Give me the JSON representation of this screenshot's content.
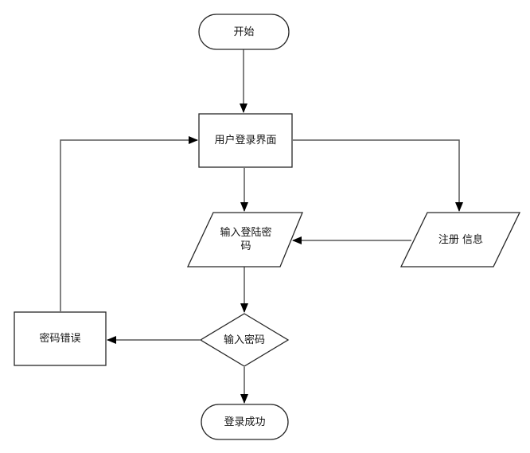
{
  "diagram": {
    "type": "flowchart",
    "background_color": "#ffffff",
    "shape_fill": "#ffffff",
    "shape_stroke": "#262626",
    "connector_stroke": "#595959",
    "arrow_color": "#000000",
    "text_color": "#141414",
    "nodes": [
      {
        "id": "start",
        "type": "terminator",
        "label": "开始"
      },
      {
        "id": "login-ui",
        "type": "process",
        "label": "用户登录界面"
      },
      {
        "id": "input-password",
        "type": "data-parallelogram",
        "label": "输入登陆密码"
      },
      {
        "id": "register-info",
        "type": "data-parallelogram",
        "label": "注册 信息"
      },
      {
        "id": "password-check",
        "type": "decision",
        "label": "输入密码"
      },
      {
        "id": "password-error",
        "type": "process",
        "label": "密码错误"
      },
      {
        "id": "login-success",
        "type": "terminator",
        "label": "登录成功"
      }
    ],
    "edges": [
      {
        "from": "start",
        "to": "login-ui"
      },
      {
        "from": "login-ui",
        "to": "input-password"
      },
      {
        "from": "login-ui",
        "to": "register-info"
      },
      {
        "from": "register-info",
        "to": "input-password"
      },
      {
        "from": "input-password",
        "to": "password-check"
      },
      {
        "from": "password-check",
        "to": "password-error"
      },
      {
        "from": "password-error",
        "to": "login-ui"
      },
      {
        "from": "password-check",
        "to": "login-success"
      }
    ]
  }
}
